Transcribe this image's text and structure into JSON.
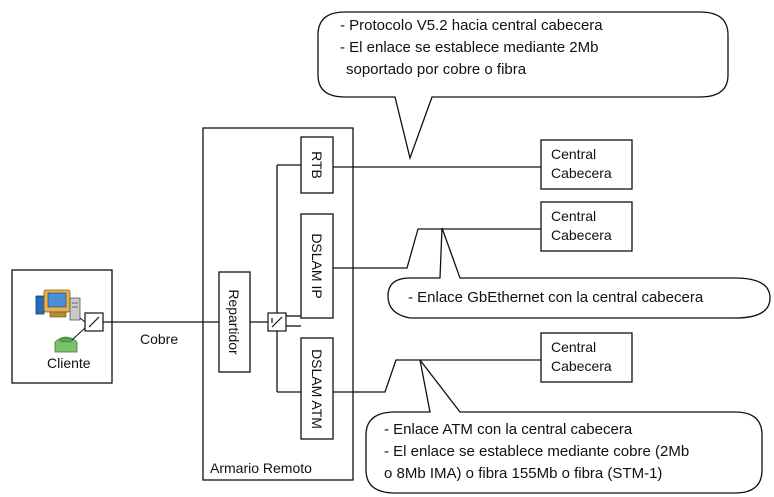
{
  "client": {
    "label": "Cliente"
  },
  "link": {
    "label": "Cobre"
  },
  "cabinet": {
    "label": "Armario Remoto",
    "splitter_label": "Repartidor"
  },
  "equipment": {
    "rtb": "RTB",
    "dslam_ip": "DSLAM IP",
    "dslam_atm": "DSLAM ATM"
  },
  "central": [
    {
      "line1": "Central",
      "line2": "Cabecera"
    },
    {
      "line1": "Central",
      "line2": "Cabecera"
    },
    {
      "line1": "Central",
      "line2": "Cabecera"
    }
  ],
  "callouts": {
    "top": {
      "line1": "- Protocolo V5.2 hacia central cabecera",
      "line2": "- El enlace se establece mediante 2Mb",
      "line3": "soportado por cobre o fibra"
    },
    "middle": {
      "line1": "- Enlace GbEthernet con la central cabecera"
    },
    "bottom": {
      "line1": "- Enlace ATM con la central cabecera",
      "line2": "- El enlace se establece mediante cobre (2Mb",
      "line3": "o 8Mb IMA) o fibra 155Mb o fibra (STM-1)"
    }
  }
}
